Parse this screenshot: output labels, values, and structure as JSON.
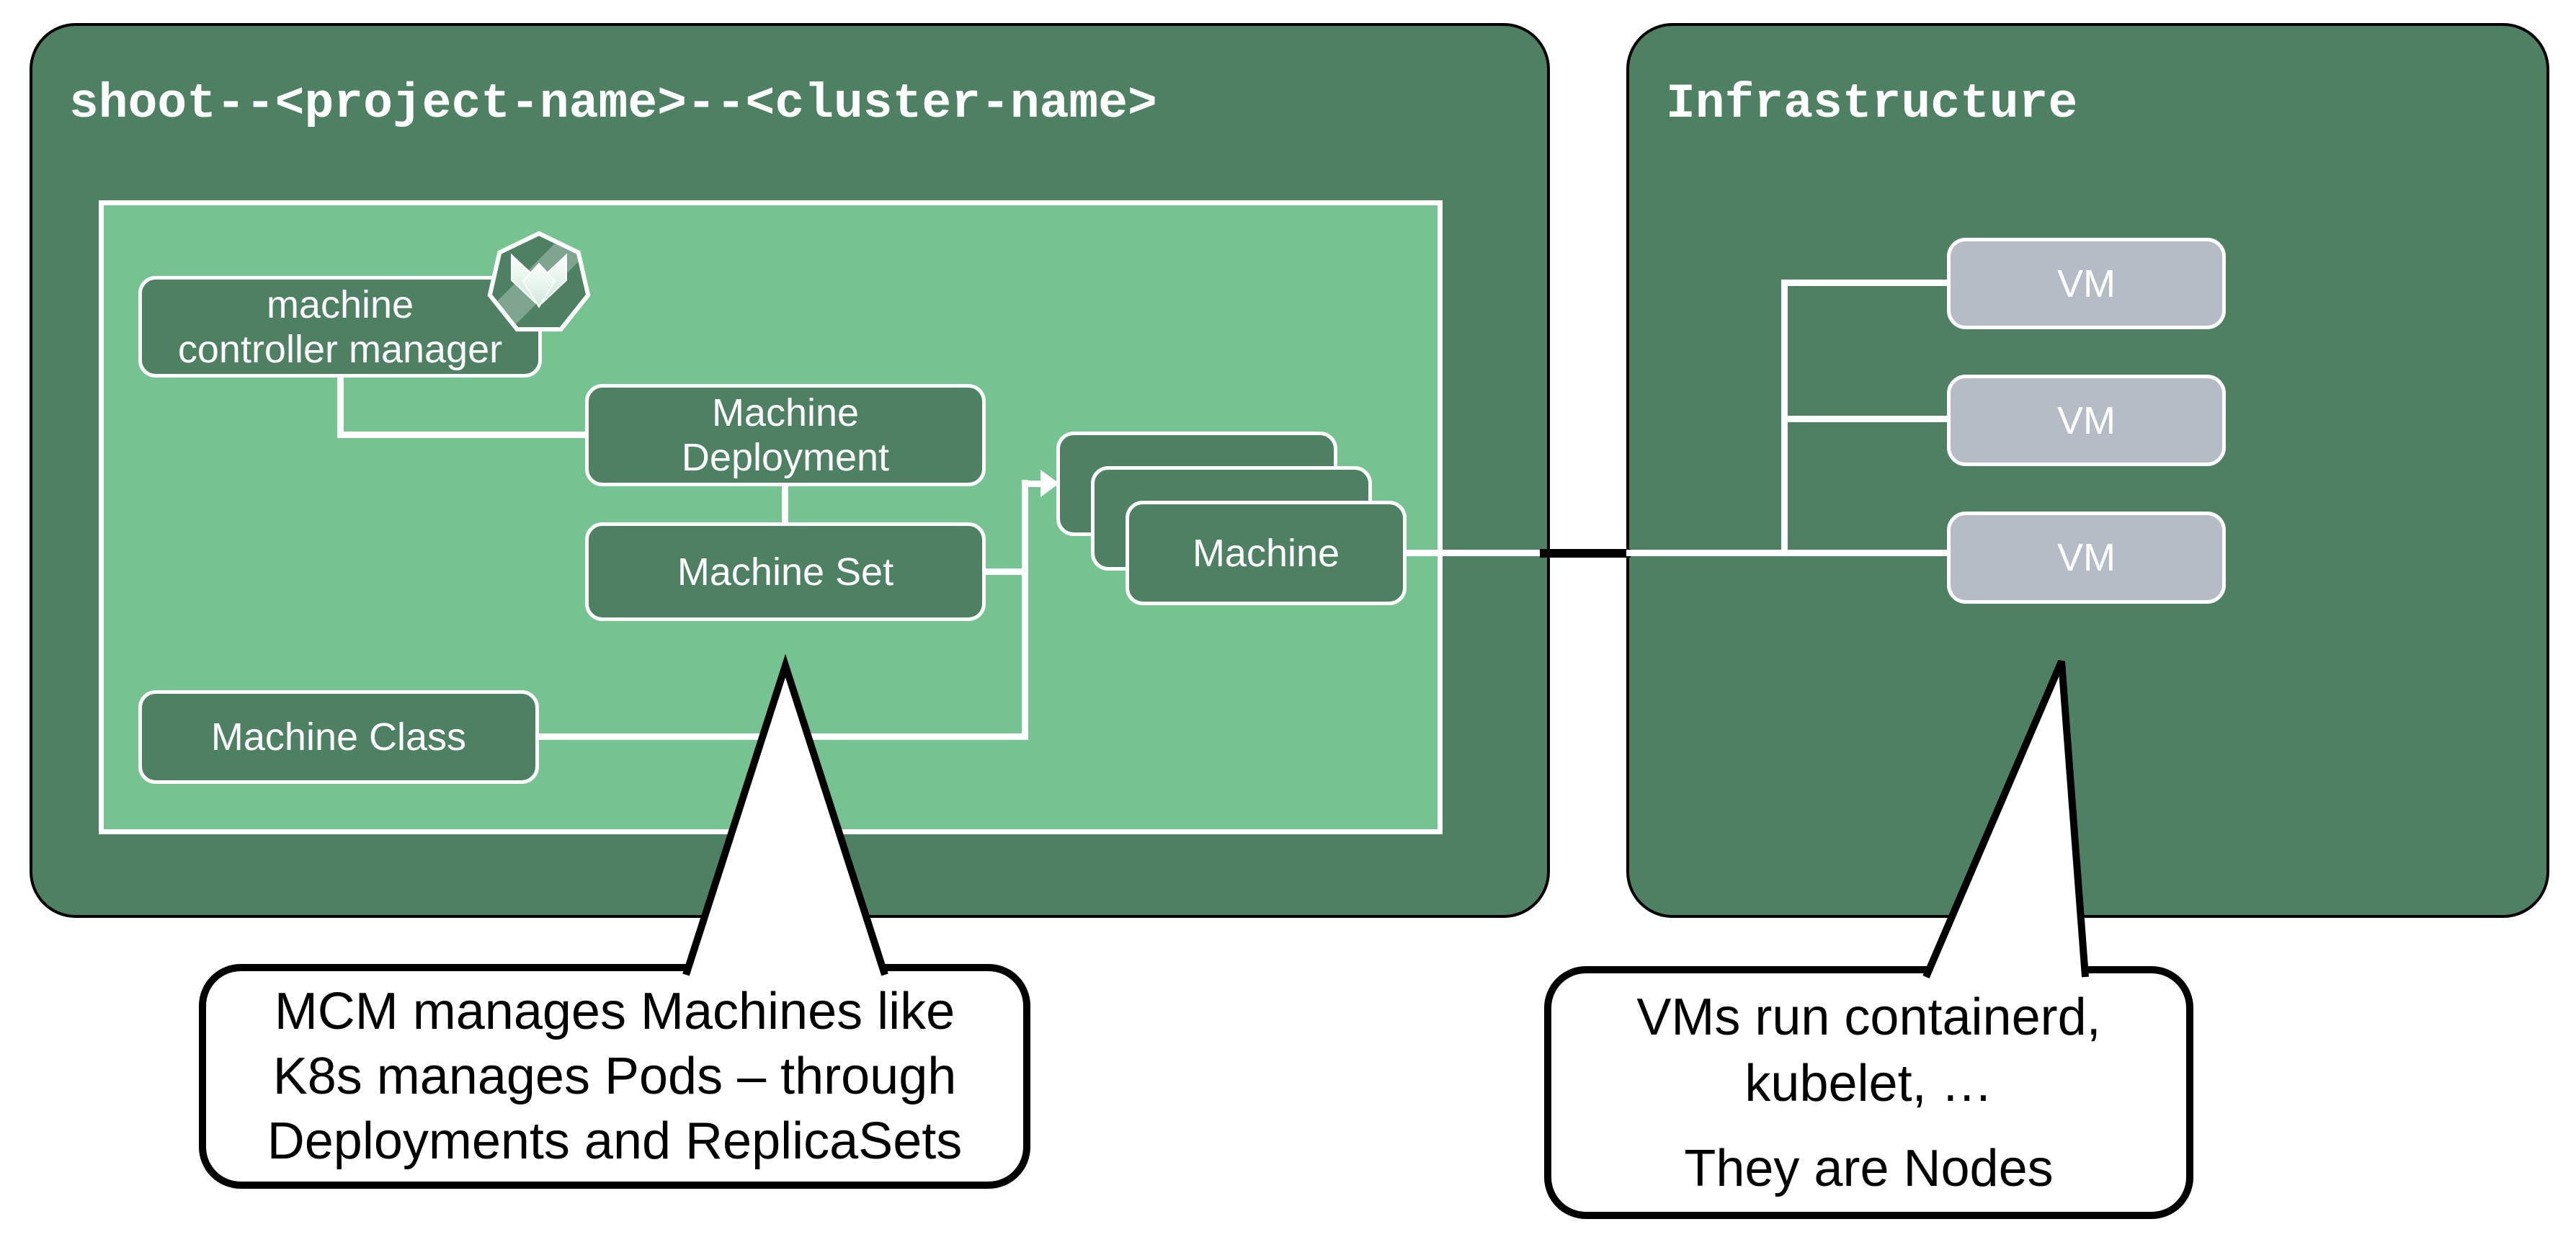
{
  "colors": {
    "panel_green": "#4e8164",
    "light_green": "#74c391",
    "vm_gray": "#b6bcc5",
    "line_white": "#ffffff",
    "outline_black": "#000000"
  },
  "shoot_panel": {
    "title": "shoot--<project-name>--<cluster-name>",
    "mcm_box": {
      "line1": "machine",
      "line2": "controller manager"
    },
    "machine_deployment_box": {
      "line1": "Machine",
      "line2": "Deployment"
    },
    "machine_set_box": {
      "label": "Machine Set"
    },
    "machine_class_box": {
      "label": "Machine Class"
    },
    "machine_stack": {
      "front_label": "Machine"
    }
  },
  "infrastructure_panel": {
    "title": "Infrastructure",
    "vms": [
      {
        "label": "VM"
      },
      {
        "label": "VM"
      },
      {
        "label": "VM"
      }
    ]
  },
  "callouts": {
    "mcm_note": {
      "line1": "MCM manages Machines like",
      "line2": "K8s manages Pods – through",
      "line3": "Deployments and ReplicaSets"
    },
    "vm_note": {
      "line1": "VMs run containerd,",
      "line2": "kubelet, …",
      "line3": "They are Nodes"
    }
  },
  "icons": {
    "gardener": "gardener-logo-heptagon"
  }
}
